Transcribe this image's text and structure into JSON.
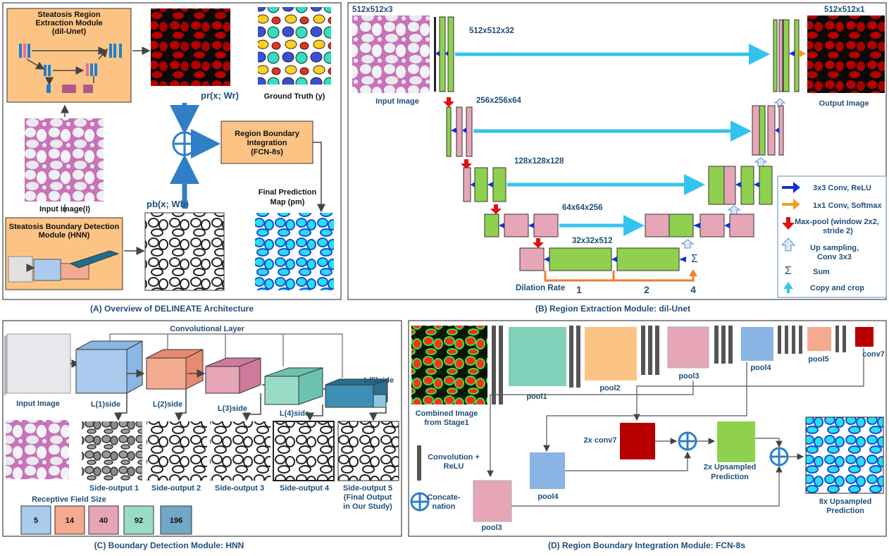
{
  "colors": {
    "orange_panel": "#fcc484",
    "blue_arrow": "#2f7fc7",
    "cyan_arrow": "#34c3ef",
    "green_block": "#8fd14f",
    "pink_block": "#e6a6b8",
    "dark_red": "#b80000",
    "cyan_mask": "#26e0f0"
  },
  "panel_a": {
    "caption": "(A) Overview of DELINEATE Architecture",
    "ext_module": [
      "Steatosis Region",
      "Extraction Module",
      "(dil-Unet)"
    ],
    "input_label": "Input      Image(I)",
    "bd_module": [
      "Steatosis Boundary Detection",
      "Module (HNN)"
    ],
    "pr_label": "pr(x; Wr)",
    "pb_label": "pb(x; Wb)",
    "gt_label": "Ground Truth (y)",
    "rbi_block": [
      "Region Boundary",
      "Integration",
      "(FCN-8s)"
    ],
    "final_label": [
      "Final Prediction",
      "Map (pm)"
    ]
  },
  "panel_b": {
    "caption": "(B) Region Extraction Module: dil-Unet",
    "input_dim": "512x512x3",
    "output_dim": "512x512x1",
    "level1": "512x512x32",
    "level2": "256x256x64",
    "level3": "128x128x128",
    "level4": "64x64x256",
    "level5": "32x32x512",
    "input_label": "Input Image",
    "output_label": "Output Image",
    "dilation_title": "Dilation Rate",
    "dilation_rates": [
      "1",
      "2",
      "4"
    ],
    "sum_symbol": "Σ",
    "legend": [
      {
        "icon": "blue-arrow",
        "text": "3x3 Conv, ReLU"
      },
      {
        "icon": "orange-arrow",
        "text": "1x1 Conv, Softmax"
      },
      {
        "icon": "red-arrow",
        "text": "Max-pool (window 2x2, stride 2)"
      },
      {
        "icon": "upsample-arrow",
        "text": "Up sampling, Conv 3x3"
      },
      {
        "icon": "sum-symbol",
        "text": "Sum",
        "symbol": "Σ"
      },
      {
        "icon": "cyan-arrow",
        "text": "Copy and crop"
      }
    ]
  },
  "panel_c": {
    "caption": "(C) Boundary Detection Module: HNN",
    "conv_layer": "Convolutional Layer",
    "input_label": "Input Image",
    "side_layers": [
      "L(1)side",
      "L(2)side",
      "L(3)side",
      "L(4)side",
      "L(5)side"
    ],
    "side_outputs": [
      "Side-output 1",
      "Side-output 2",
      "Side-output 3",
      "Side-output 4",
      "Side-output 5"
    ],
    "side_output5_note": [
      "(Final Output",
      "in Our Study)"
    ],
    "receptive_title": "Receptive Field Size",
    "receptive_sizes": [
      "5",
      "14",
      "40",
      "92",
      "196"
    ]
  },
  "panel_d": {
    "caption": "(D) Region Boundary Integration Module: FCN-8s",
    "combined_label": [
      "Combined Image",
      "from Stage1"
    ],
    "pools": [
      "pool1",
      "pool2",
      "pool3",
      "pool4",
      "pool5",
      "conv7"
    ],
    "conv_legend": [
      "Convolution +",
      "ReLU"
    ],
    "concat_legend": [
      "Concate-",
      "nation"
    ],
    "conv7x2": "2x conv7",
    "pool4": "pool4",
    "pool3": "pool3",
    "up2": [
      "2x Upsampled",
      "Prediction"
    ],
    "up8": [
      "8x Upsampled",
      "Prediction"
    ]
  }
}
